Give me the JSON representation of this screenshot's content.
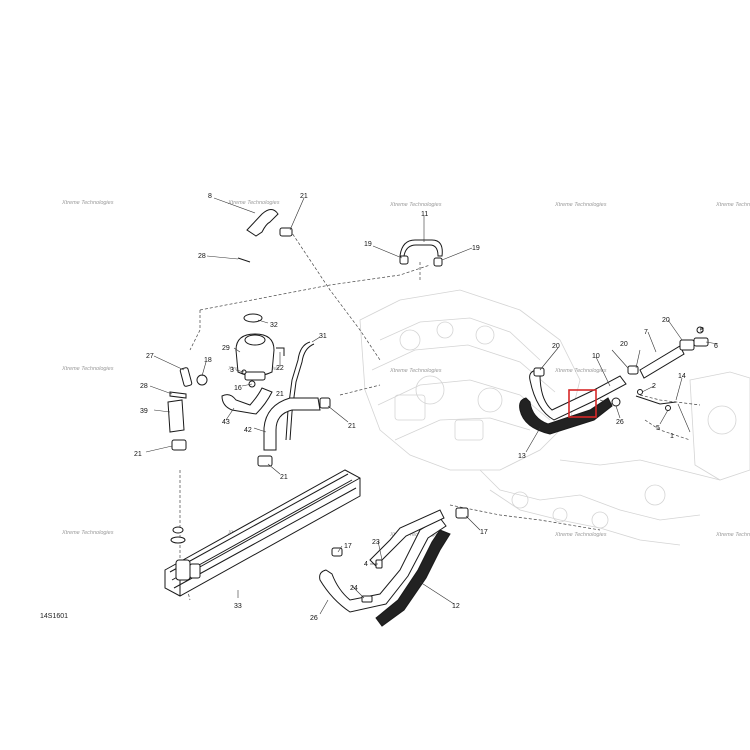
{
  "figure_ref": "14S1601",
  "watermark": "Xtreme Technologies",
  "highlight_color": "#d62828",
  "callouts": [
    "1",
    "2",
    "3",
    "4",
    "5",
    "5",
    "6",
    "7",
    "8",
    "10",
    "11",
    "12",
    "13",
    "14",
    "16",
    "17",
    "17",
    "18",
    "19",
    "19",
    "20",
    "20",
    "20",
    "21",
    "21",
    "21",
    "21",
    "21",
    "22",
    "23",
    "24",
    "26",
    "26",
    "27",
    "28",
    "28",
    "29",
    "31",
    "32",
    "33",
    "39",
    "42",
    "43"
  ]
}
